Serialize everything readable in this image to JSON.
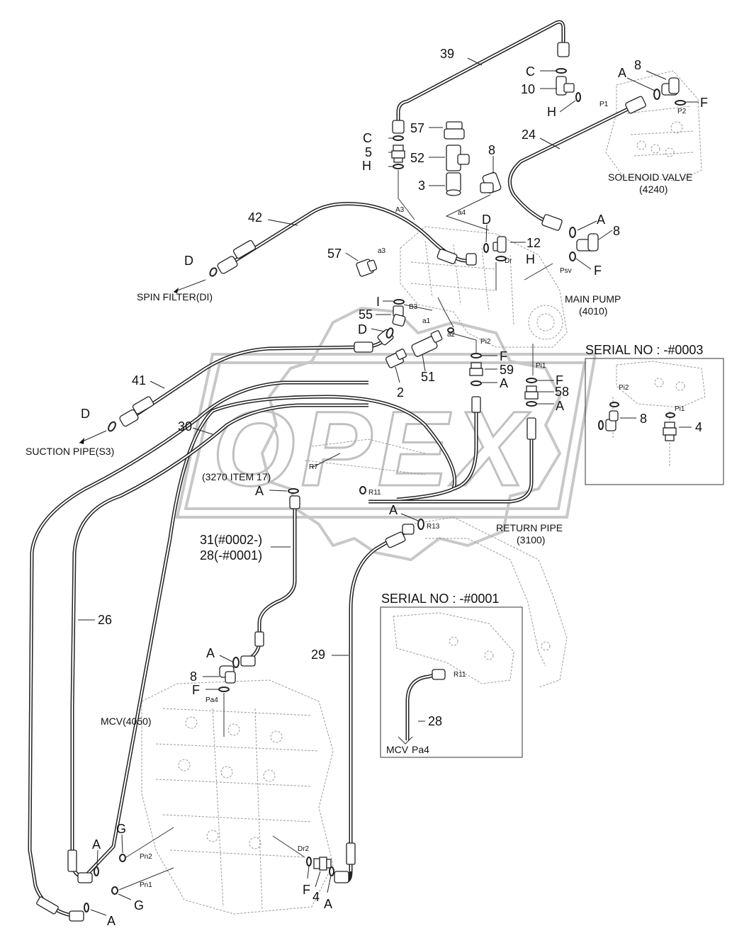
{
  "labels": {
    "serial_top_title": "SERIAL NO : -#0003",
    "serial_bottom_title": "SERIAL NO : -#0001",
    "solenoid_valve": "SOLENOID VALVE",
    "solenoid_valve_code": "(4240)",
    "main_pump": "MAIN PUMP",
    "main_pump_code": "(4010)",
    "spin_filter": "SPIN FILTER(DI)",
    "suction_pipe": "SUCTION PIPE(S3)",
    "return_pipe": "RETURN PIPE",
    "return_pipe_code": "(3100)",
    "item_ref": "(3270 ITEM 17)",
    "mcv": "MCV(4050)",
    "part_31": "31(#0002-)",
    "part_28_range": "28(-#0001)",
    "watermark": "OPEX"
  },
  "callouts": {
    "n39": "39",
    "n10": "10",
    "n8a": "8",
    "n24": "24",
    "n57a": "57",
    "n5": "5",
    "n52": "52",
    "n8b": "8",
    "n3": "3",
    "n42": "42",
    "n57b": "57",
    "n12": "12",
    "n8c": "8",
    "n55": "55",
    "n41": "41",
    "n2": "2",
    "n51": "51",
    "n59": "59",
    "n58": "58",
    "n30": "30",
    "n8d": "8",
    "n4a": "4",
    "n26": "26",
    "n29": "29",
    "n8e": "8",
    "n28": "28",
    "n4b": "4"
  },
  "letters": {
    "C1": "C",
    "H1": "H",
    "A1": "A",
    "F1": "F",
    "C2": "C",
    "H2": "H",
    "D1": "D",
    "A2": "A",
    "H3": "H",
    "F2": "F",
    "D2": "D",
    "I1": "I",
    "D3": "D",
    "D4": "D",
    "F3": "F",
    "A3": "A",
    "F4": "F",
    "A4": "A",
    "A5": "A",
    "A6": "A",
    "A7": "A",
    "F5": "F",
    "G1": "G",
    "A8": "A",
    "G2": "G",
    "A9": "A",
    "F6": "F",
    "A10": "A"
  },
  "ports": {
    "P1": "P1",
    "P2": "P2",
    "A3": "A3",
    "a4": "a4",
    "a3": "a3",
    "Dr": "Dr",
    "Psv": "Psv",
    "B3": "B3",
    "a1": "a1",
    "a2": "a2",
    "Pi2": "Pi2",
    "Pi1": "Pi1",
    "Pi2b": "Pi2",
    "Pi1b": "Pi1",
    "R7": "R7",
    "R11": "R11",
    "R13": "R13",
    "Pa4": "Pa4",
    "Dr2": "Dr2",
    "Pn2": "Pn2",
    "Pn1": "Pn1",
    "R11b": "R11",
    "MCV": "MCV",
    "Pa4b": "Pa4"
  }
}
